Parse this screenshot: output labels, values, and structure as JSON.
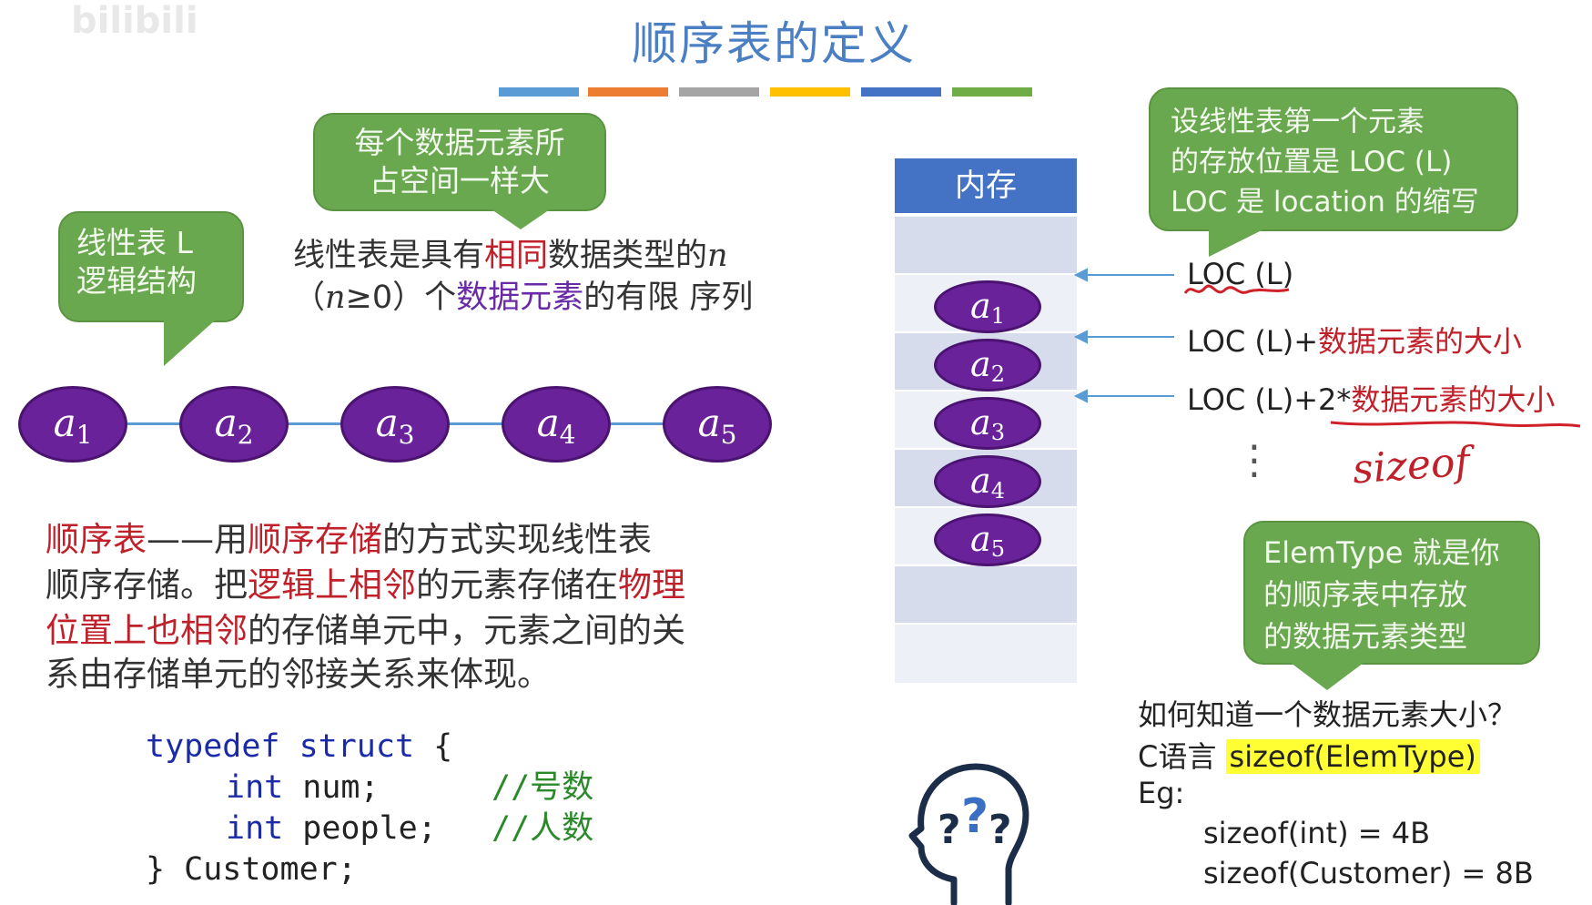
{
  "watermark": "bilibili",
  "title": "顺序表的定义",
  "stripe_colors": [
    "#5b9bd5",
    "#ed7d31",
    "#a5a5a5",
    "#ffc000",
    "#4472c4",
    "#70ad47"
  ],
  "bubbles": {
    "same_size": {
      "line1": "每个数据元素所",
      "line2": "占空间一样大"
    },
    "logic": {
      "line1": "线性表 L",
      "line2": "逻辑结构"
    },
    "loc_def": {
      "line1": "设线性表第一个元素",
      "line2": "的存放位置是 LOC (L)",
      "line3": "LOC 是 location 的缩写"
    },
    "elemtype": {
      "line1": "ElemType 就是你",
      "line2": "的顺序表中存放",
      "line3": "的数据元素类型"
    }
  },
  "definition": {
    "p1": "线性表是具有",
    "p2": "相同",
    "p3": "数据类型的",
    "p4": "n",
    "p5": "（",
    "p6": "n",
    "p7": "≥0）个",
    "p8": "数据元素",
    "p9": "的有限 序列"
  },
  "chain": {
    "label": "a",
    "subs": [
      "1",
      "2",
      "3",
      "4",
      "5"
    ]
  },
  "seq_text": {
    "l1a": "顺序表",
    "l1b": "——用",
    "l1c": "顺序存储",
    "l1d": "的方式实现线性表",
    "l2a": "顺序存储。把",
    "l2b": "逻辑上相邻",
    "l2c": "的元素存储在",
    "l2d": "物理",
    "l3a": "位置上也相邻",
    "l3b": "的存储单元中，元素之间的关",
    "l4": "系由存储单元的邻接关系来体现。"
  },
  "code": {
    "kw_typedef": "typedef",
    "kw_struct": "struct",
    "brace_open": " {",
    "kw_int1": "int",
    "field1": " num;",
    "comment1": "//号数",
    "kw_int2": "int",
    "field2": " people;",
    "comment2": "//人数",
    "end": "} Customer;"
  },
  "memory": {
    "header": "内存",
    "cells": 8,
    "elements": [
      "1",
      "2",
      "3",
      "4",
      "5"
    ]
  },
  "addresses": {
    "a1": "LOC (L)",
    "a2_prefix": "LOC (L)+",
    "a2_red": "数据元素的大小",
    "a3_prefix": "LOC (L)+2*",
    "a3_red": "数据元素的大小",
    "dots": "⋮",
    "handwriting": "sizeof"
  },
  "size_info": {
    "question": "如何知道一个数据元素大小？",
    "c_lang": "C语言 ",
    "sizeof_call": "sizeof(ElemType)",
    "eg": "Eg:",
    "ex1": "sizeof(int) = 4B",
    "ex2": "sizeof(Customer) = 8B"
  },
  "icons": {
    "thinking": "thinking-head-icon",
    "arrow": "arrow-left-icon"
  }
}
